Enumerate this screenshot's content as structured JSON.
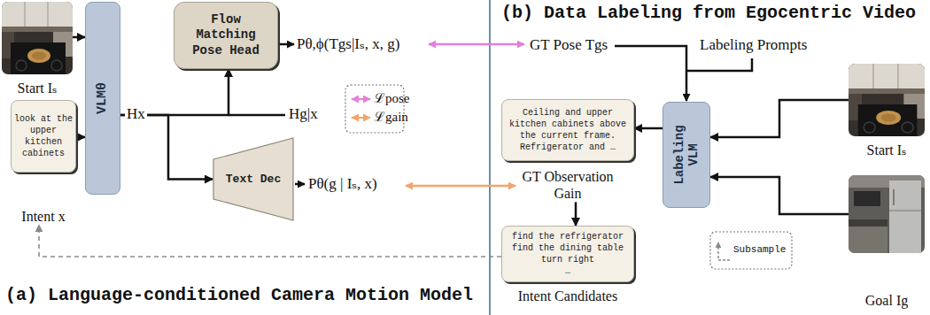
{
  "diagram": {
    "nodes": [
      {
        "text": [
          "Start Iₛ"
        ]
      },
      {
        "text": [
          "look at the upper kitchen cabinets",
          "Intent x"
        ]
      },
      {
        "text": [
          "VLMθ"
        ]
      },
      {
        "text": [
          "Flow Matching Pose Head"
        ]
      },
      {
        "text": [
          "Text Dec"
        ]
      },
      {
        "text": [
          "Ceiling and upper kitchen cabinets above the current frame. Refrigerator and …",
          "GT Observation Gain"
        ]
      },
      {
        "text": [
          "Labeling VLM"
        ]
      },
      {
        "text": [
          "Start Iₛ"
        ]
      },
      {
        "text": [
          "Goal Ig"
        ]
      },
      {
        "text": [
          "find the refrigerator",
          "find the dining table",
          "turn right",
          "…",
          "Intent Candidates"
        ]
      }
    ],
    "edges": [
      {
        "from": 0,
        "to": 2,
        "arrow": "to"
      },
      {
        "from": 1,
        "to": 2,
        "arrow": "to"
      },
      {
        "from": 2,
        "to": 3,
        "arrow": "to"
      },
      {
        "from": 2,
        "to": 4,
        "arrow": "to"
      },
      {
        "from": 7,
        "to": 6,
        "arrow": "to"
      },
      {
        "from": 8,
        "to": 6,
        "arrow": "to"
      },
      {
        "from": 6,
        "to": 5,
        "arrow": "to"
      },
      {
        "from": 5,
        "to": 9,
        "arrow": "to"
      },
      {
        "from": 9,
        "to": 1,
        "arrow": "to"
      }
    ],
    "labels": [
      "Hx",
      "Hg|x",
      "Pθ,ϕ(Tgs|Iₛ, x, g)",
      "Pθ(g | Iₛ, x)",
      "GT Pose Tgs",
      "Labeling Prompts",
      "(a) Language-conditioned Camera Motion Model",
      "(b) Data Labeling from Egocentric Video"
    ],
    "legend": [
      {
        "text": "ℒpose"
      },
      {
        "text": "ℒgain"
      },
      {
        "text": "Subsample"
      }
    ]
  }
}
